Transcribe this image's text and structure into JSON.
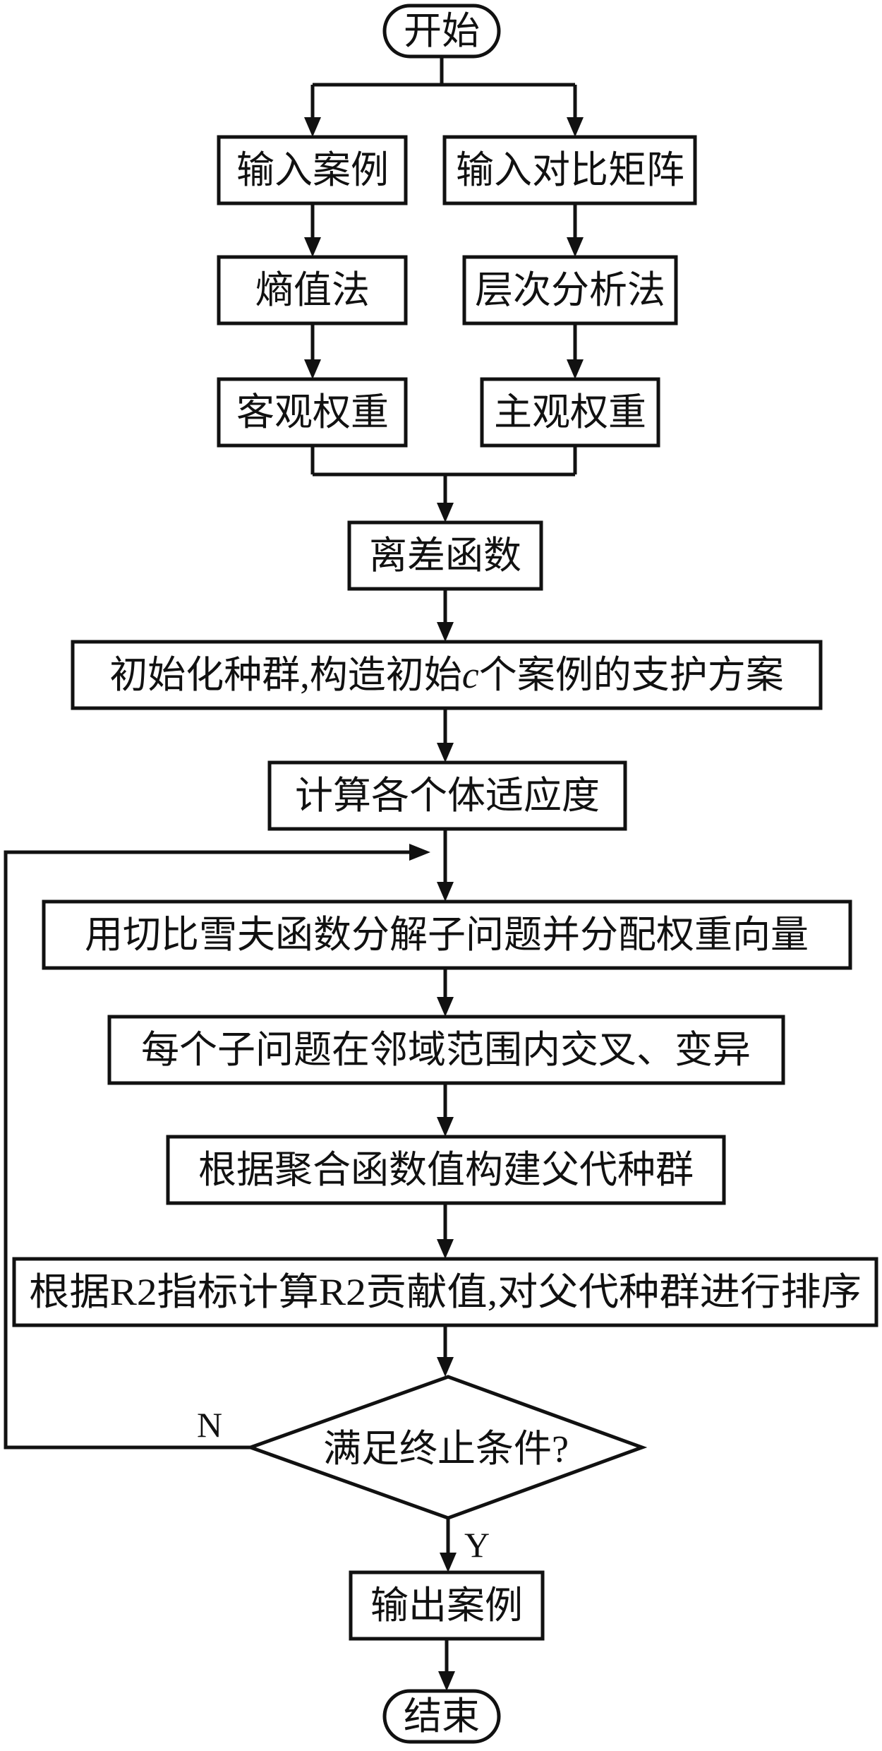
{
  "nodes": {
    "start": "开始",
    "input_case": "输入案例",
    "input_matrix": "输入对比矩阵",
    "entropy": "熵值法",
    "ahp": "层次分析法",
    "objective_weight": "客观权重",
    "subjective_weight": "主观权重",
    "deviation": "离差函数",
    "init_prefix": "初始化种群,构造初始",
    "init_var": "c",
    "init_suffix": "个案例的支护方案",
    "fitness": "计算各个体适应度",
    "decompose": "用切比雪夫函数分解子问题并分配权重向量",
    "crossover": "每个子问题在邻域范围内交叉、变异",
    "parents": "根据聚合函数值构建父代种群",
    "r2": "根据R2指标计算R2贡献值,对父代种群进行排序",
    "decision": "满足终止条件?",
    "output": "输出案例",
    "end": "结束"
  },
  "labels": {
    "no": "N",
    "yes": "Y"
  }
}
